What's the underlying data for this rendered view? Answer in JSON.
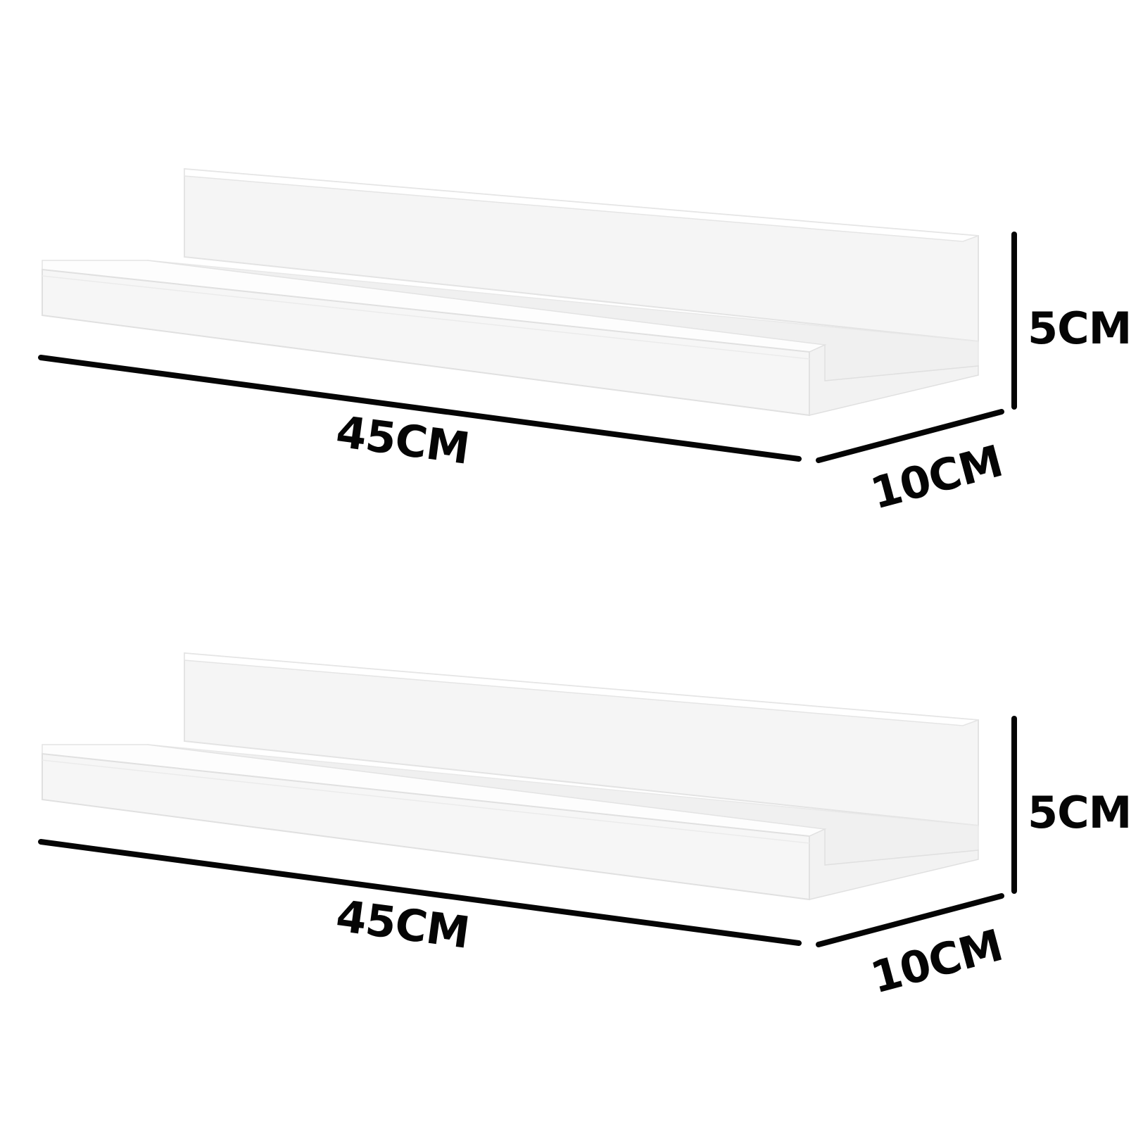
{
  "panels": [
    {
      "width_label": "45CM",
      "depth_label": "10CM",
      "height_label": "5CM"
    },
    {
      "width_label": "45CM",
      "depth_label": "10CM",
      "height_label": "5CM"
    }
  ],
  "colors": {
    "background": "#ffffff",
    "shelf_face": "#f4f4f4",
    "shelf_top": "#fbfbfb",
    "shelf_inner": "#efefef",
    "shelf_edge": "#e2e2e2",
    "dimension_lines": "#050505"
  }
}
